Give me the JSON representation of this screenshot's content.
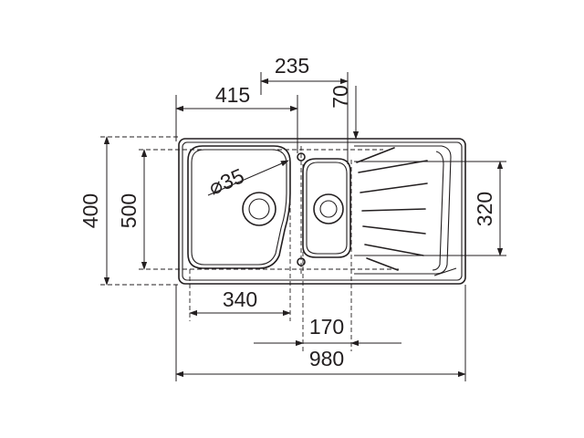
{
  "dimensions": {
    "overall_width": "980",
    "bowl_center_offset": "415",
    "bowl_spacing": "235",
    "tap_hole_offset": "70",
    "outer_depth": "400",
    "cutout_depth": "500",
    "main_bowl_width": "340",
    "small_bowl_width": "170",
    "small_bowl_depth": "320",
    "hole_diameter": "35"
  },
  "symbols": {
    "diameter": "⌀"
  }
}
